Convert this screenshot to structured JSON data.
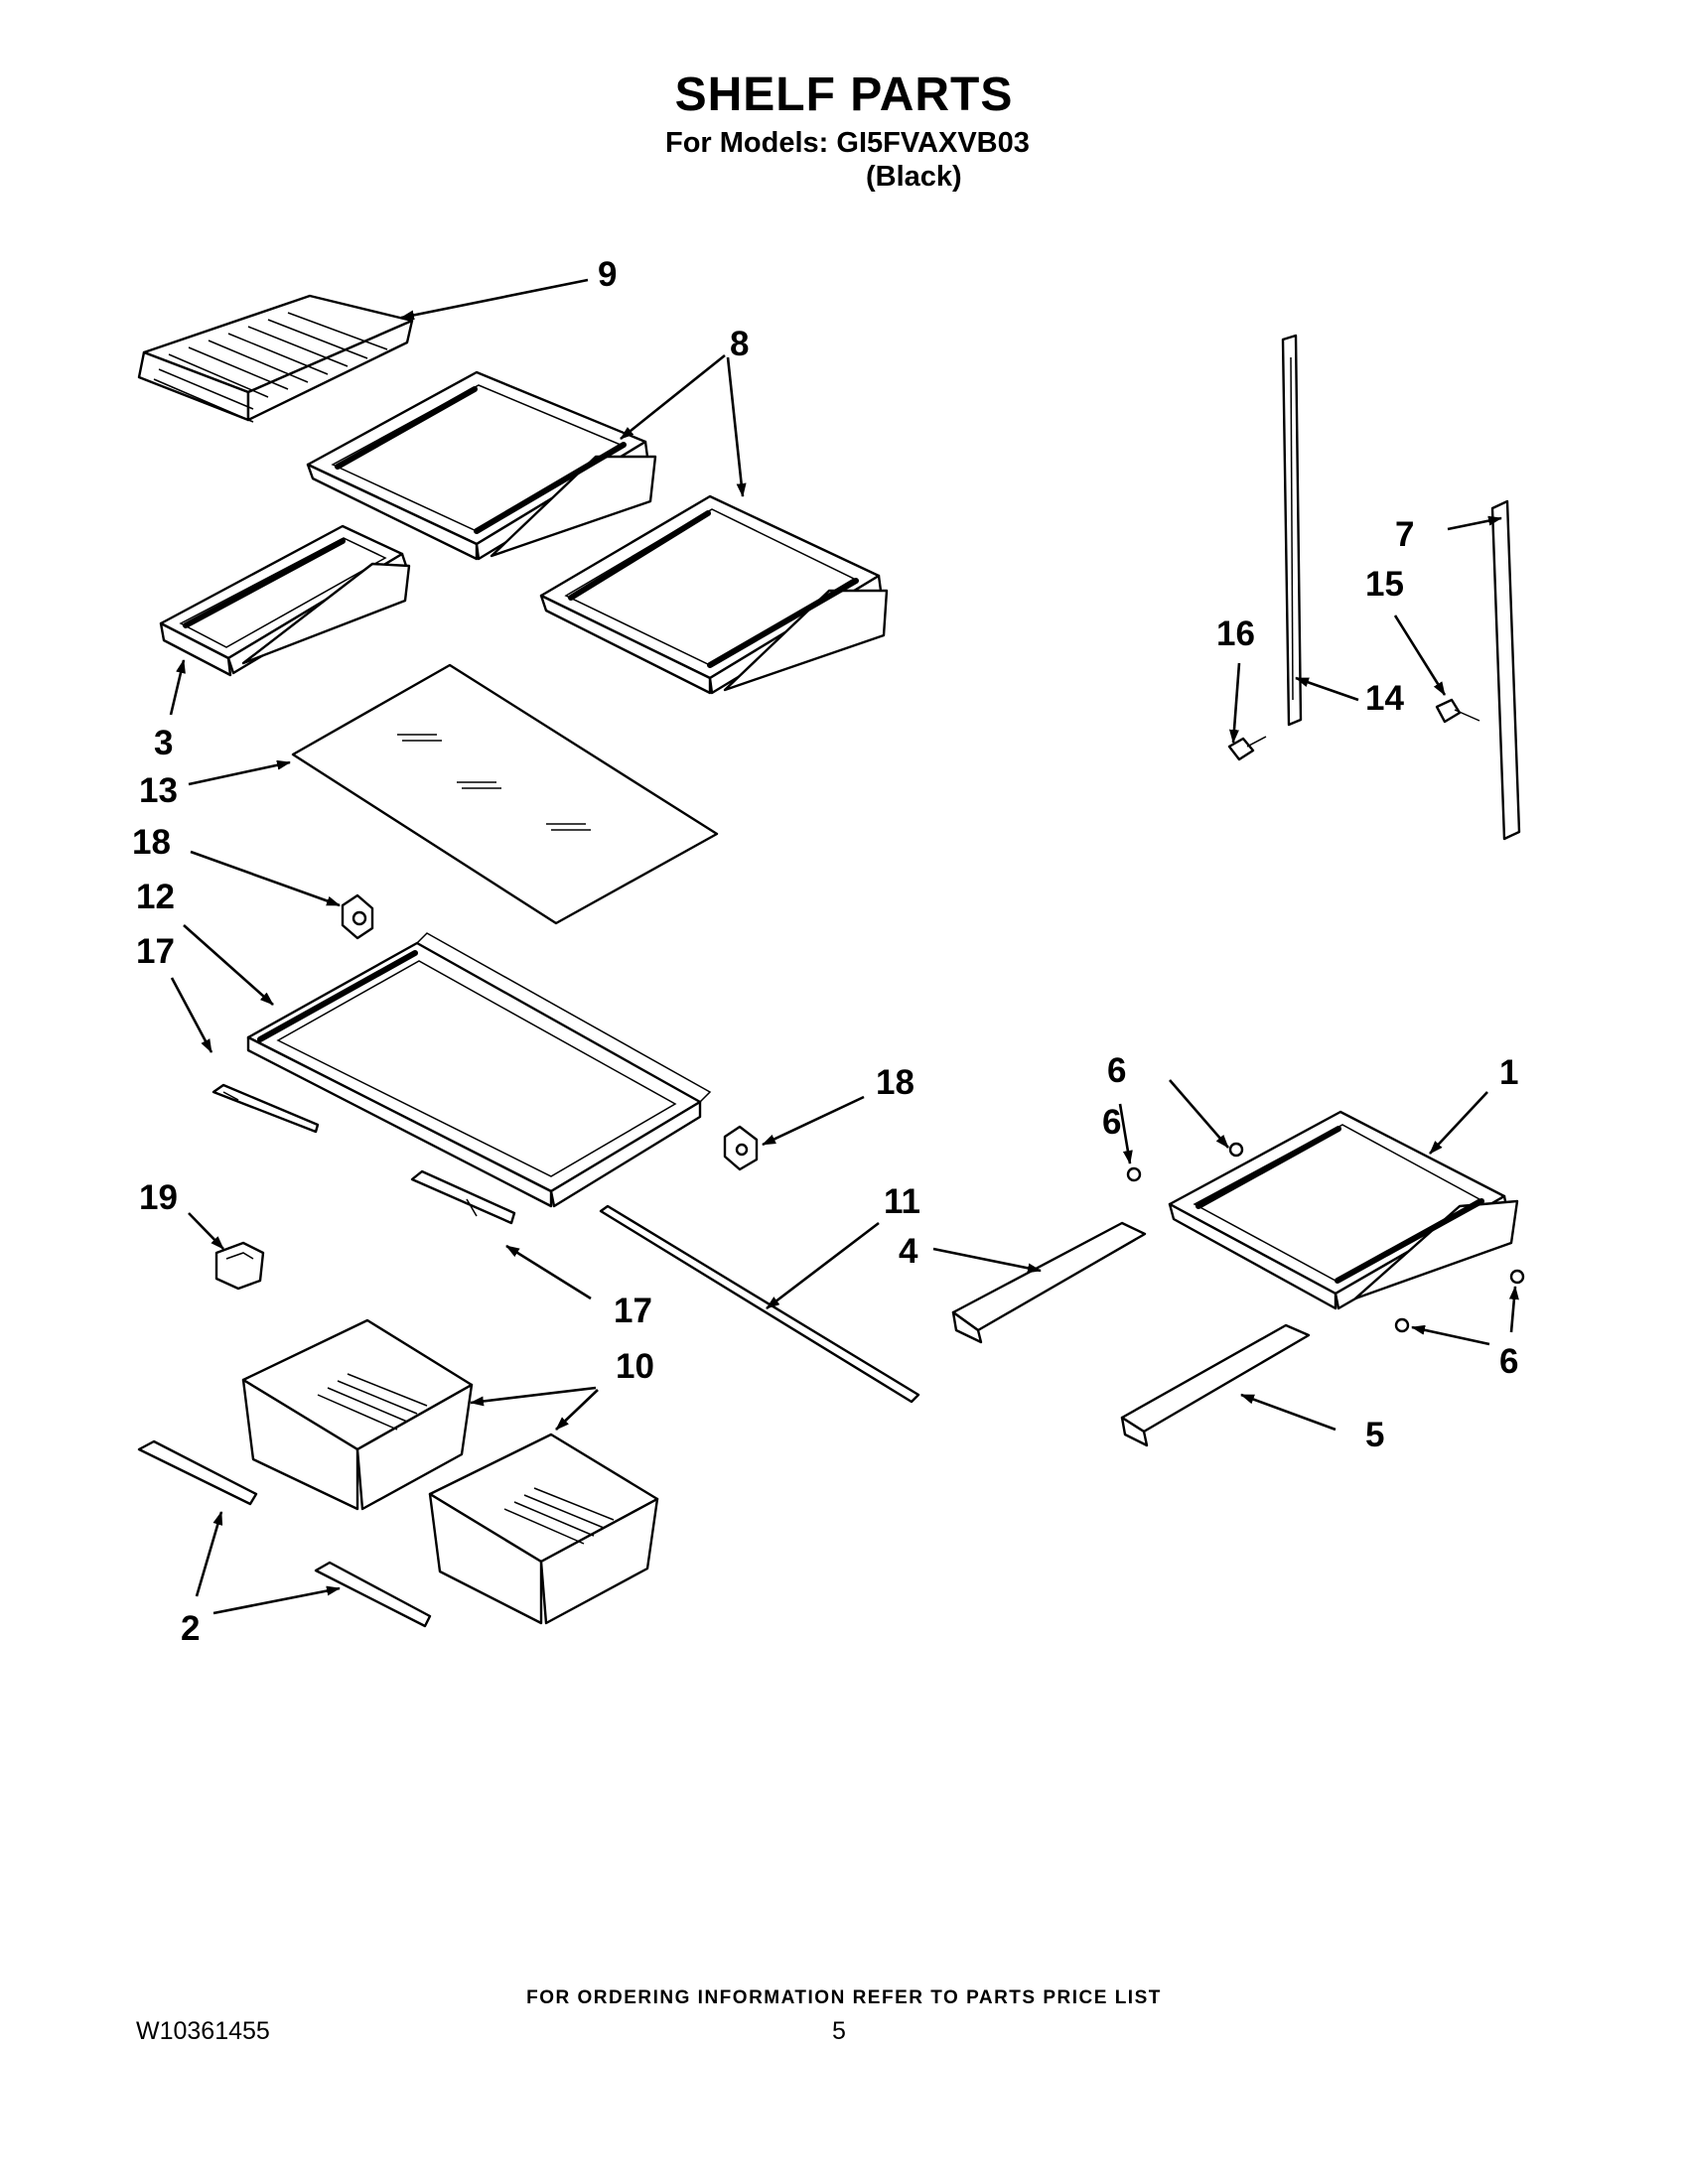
{
  "header": {
    "title": "SHELF PARTS",
    "models_line": "For Models: GI5FVAXVB03",
    "color_line": "(Black)"
  },
  "callouts": {
    "c1": "1",
    "c2": "2",
    "c3": "3",
    "c4": "4",
    "c5": "5",
    "c6a": "6",
    "c6b": "6",
    "c6c": "6",
    "c7": "7",
    "c8": "8",
    "c9": "9",
    "c10": "10",
    "c11": "11",
    "c12": "12",
    "c13": "13",
    "c14": "14",
    "c15": "15",
    "c16": "16",
    "c17a": "17",
    "c17b": "17",
    "c18a": "18",
    "c18b": "18",
    "c19": "19"
  },
  "footer": {
    "ordering_note": "FOR ORDERING INFORMATION REFER TO PARTS PRICE LIST",
    "document_number": "W10361455",
    "page_number": "5"
  }
}
